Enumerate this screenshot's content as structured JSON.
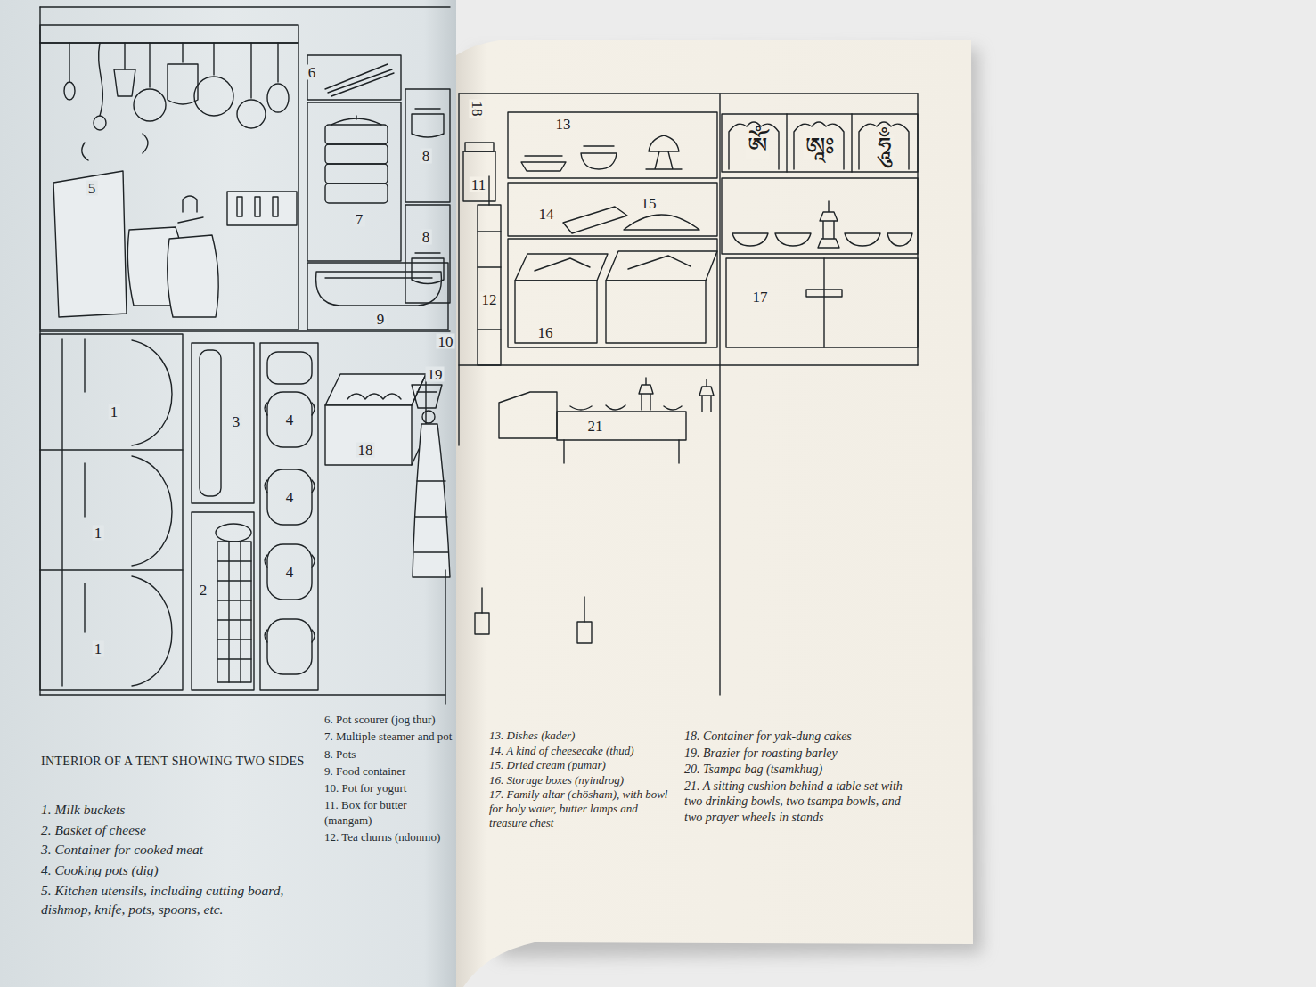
{
  "diagram": {
    "title": "INTERIOR OF A TENT SHOWING TWO SIDES",
    "labels": [
      "6",
      "5",
      "7",
      "8",
      "8",
      "9",
      "10",
      "1",
      "3",
      "4",
      "4",
      "4",
      "1",
      "2",
      "1",
      "18",
      "19",
      "18",
      "13",
      "14",
      "15",
      "11",
      "12",
      "16",
      "17",
      "21",
      "ཨོཾ",
      "ཨཱཿ",
      "ཧཱུྃ",
      "1. Milk buckets",
      "2. Basket of cheese",
      "3. Container for cooked meat",
      "4. Cooking pots (dig)",
      "5. Kitchen utensils, including cutting board, dishmop, knife, pots, spoons, etc.",
      "6. Pot scourer (jog thur)",
      "7. Multiple steamer and pot",
      "8. Pots",
      "9. Food container",
      "10. Pot for yogurt",
      "11. Box for butter (mangam)",
      "12. Tea churns (ndonmo)",
      "13. Dishes (kader)",
      "14. A kind of cheesecake (thud)",
      "15. Dried cream (pumar)",
      "16. Storage boxes (nyindrog)",
      "17. Family altar (chösham), with bowl for holy water, butter lamps and treasure chest",
      "18. Container for yak-dung cakes",
      "19. Brazier for roasting barley",
      "20. Tsampa bag (tsamkhug)",
      "21. A sitting cushion behind a table set with two drinking bowls, two tsampa bowls, and two prayer wheels in stands"
    ]
  }
}
